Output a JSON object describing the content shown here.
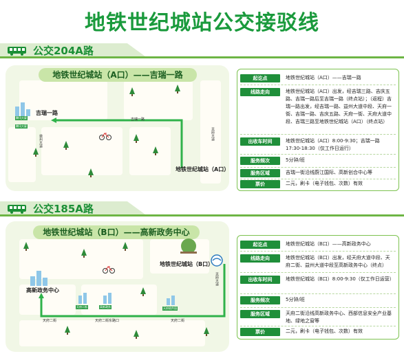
{
  "page_title": "地铁世纪城站公交接驳线",
  "colors": {
    "brand_green": "#1a9a3c",
    "route_green": "#2fb24a",
    "label_bg": "#1f8f3a"
  },
  "routes": [
    {
      "name": "公交204A路",
      "map": {
        "title": "地铁世纪城站（A口）——吉瑞一路",
        "start_label": "地铁世纪城站（A口）",
        "end_label": "吉瑞一路",
        "street_labels": [
          "吉瑞一路",
          "益州大道",
          "天府大道"
        ],
        "place_tags": [
          "腾讯大厦",
          "腾讯大厦"
        ]
      },
      "info": [
        {
          "label": "起讫点",
          "value": "地铁世纪城站（A口）——吉瑞一路"
        },
        {
          "label": "线路走向",
          "value": "地铁世纪城站（A口）出发，经吉瑞三路、吉庆五路、吉瑞一路后至吉瑞一路（终点站）；（返程）吉瑞一路出发，经吉瑞一路、益州大道中段、天府一街、吉瑞一路、吉庆五路、天府一街、天府大道中段、吉瑞三路至地铁世纪城站（A口）（终点站）"
        },
        {
          "label": "出收车时间",
          "value": "地铁世纪城站（A口）8:00-9:30；吉瑞一路17:30-18:30（仅工作日运行）"
        },
        {
          "label": "服务频次",
          "value": "5分钟/班"
        },
        {
          "label": "服务区域",
          "value": "吉瑞一街沿线蔚江国际、高新创合中心等"
        },
        {
          "label": "票价",
          "value": "二元，刷卡（电子钱包、次数）有效"
        }
      ]
    },
    {
      "name": "公交185A路",
      "map": {
        "title": "地铁世纪城站（B口）——高新政务中心",
        "start_label": "地铁世纪城站（B口）",
        "end_label": "高新政务中心",
        "street_labels": [
          "天府二街",
          "天府二街东路口",
          "天府二街",
          "天府大道"
        ],
        "place_tags": [
          "天府二街",
          "高新政务",
          "天府软件园"
        ]
      },
      "info": [
        {
          "label": "起讫点",
          "value": "地铁世纪城站（B口）——高新政务中心"
        },
        {
          "label": "线路走向",
          "value": "地铁世纪城站（B口）出发，经天府大道中段、天府二街、益州大道中段至高新政务中心（终点）"
        },
        {
          "label": "出收车时间",
          "value": "地铁世纪城站（B口）8:00-9:30（仅工作日运营）"
        },
        {
          "label": "服务频次",
          "value": "5分钟/班"
        },
        {
          "label": "服务区域",
          "value": "天府二街沿线高新政务中心、西部信息安全产业基地、绿地之窗等"
        },
        {
          "label": "票价",
          "value": "二元，刷卡（电子钱包、次数）有效"
        }
      ]
    }
  ]
}
